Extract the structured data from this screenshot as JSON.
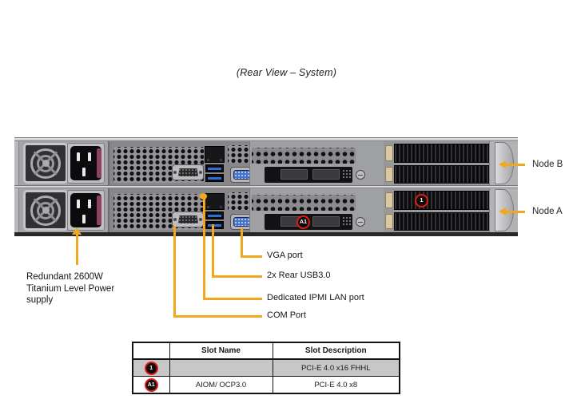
{
  "title": "(Rear View – System)",
  "nodes": {
    "b": "Node B",
    "a": "Node A"
  },
  "psu_label": {
    "line1": "Redundant 2600W",
    "line2": "Titanium Level Power",
    "line3": "supply"
  },
  "callouts": {
    "vga": "VGA port",
    "usb": "2x Rear USB3.0",
    "ipmi": "Dedicated IPMI LAN port",
    "com": "COM Port"
  },
  "badges": {
    "slot1": "1",
    "aiom": "A1"
  },
  "table": {
    "headers": {
      "badge": "",
      "slot_name": "Slot Name",
      "slot_description": "Slot Description"
    },
    "rows": [
      {
        "badge": "1",
        "slot_name": "",
        "slot_description": "PCI-E 4.0 x16 FHHL"
      },
      {
        "badge": "A1",
        "slot_name": "AIOM/ OCP3.0",
        "slot_description": "PCI-E 4.0 x8"
      }
    ]
  },
  "colors": {
    "callout_yellow": "#F2A71F",
    "badge_ring_red": "#E11B12",
    "table_row_gray": "#C7C7C7"
  }
}
